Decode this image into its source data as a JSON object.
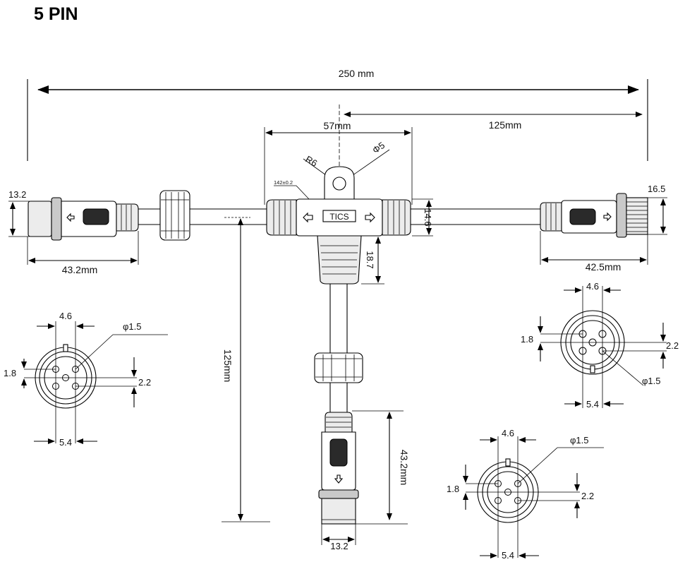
{
  "title": "5 PIN",
  "brand": "TICS",
  "dimensions": {
    "total_length": "250 mm",
    "body_width": "57mm",
    "branch_length": "125mm",
    "branch_length_vertical": "125mm",
    "radius": "R6",
    "hole": "Φ5",
    "tolerance": "142±0.2",
    "body_height": "14.6",
    "body_stem": "18.7",
    "left_diameter": "13.2",
    "left_length": "43.2mm",
    "right_diameter": "16.5",
    "right_length": "42.5mm",
    "bottom_length": "43.2mm",
    "bottom_diameter": "13.2"
  },
  "pin_views": {
    "left": {
      "top": "4.6",
      "bottom": "5.4",
      "left": "1.8",
      "right": "2.2",
      "pin": "φ1.5"
    },
    "right": {
      "top": "4.6",
      "bottom": "5.4",
      "left": "1.8",
      "right": "2.2",
      "pin": "φ1.5"
    },
    "bottom": {
      "top": "4.6",
      "bottom": "5.4",
      "left": "1.8",
      "right": "2.2",
      "pin": "φ1.5"
    }
  }
}
